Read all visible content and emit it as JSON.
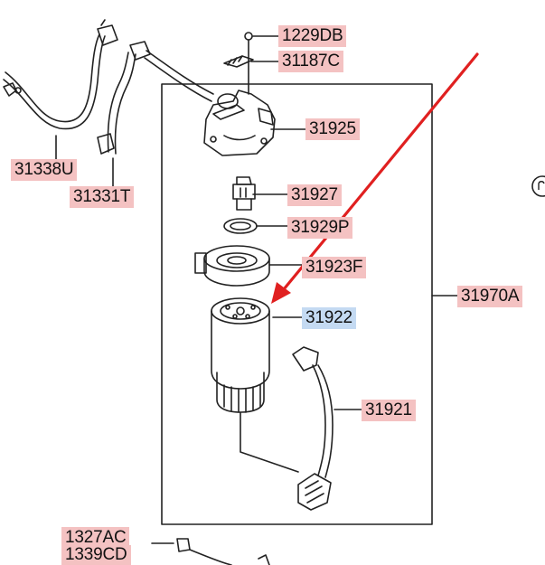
{
  "labels": {
    "l1229db": "1229DB",
    "l31187c": "31187C",
    "l31925": "31925",
    "l31338u": "31338U",
    "l31331t": "31331T",
    "l31927": "31927",
    "l31929p": "31929P",
    "l31923f": "31923F",
    "l31922": "31922",
    "l31970a": "31970A",
    "l31921": "31921",
    "l1327ac": "1327AC",
    "l1339cd": "1339CD"
  },
  "colors": {
    "label_highlight": "#f4c2c2",
    "selected_highlight": "#c4daf2",
    "pointer_arrow": "#e02020",
    "line_art": "#222222"
  },
  "selected_part": "31922",
  "icons": {
    "pointer": "red-arrow-icon",
    "edge_symbol": "circle-symbol-icon"
  }
}
